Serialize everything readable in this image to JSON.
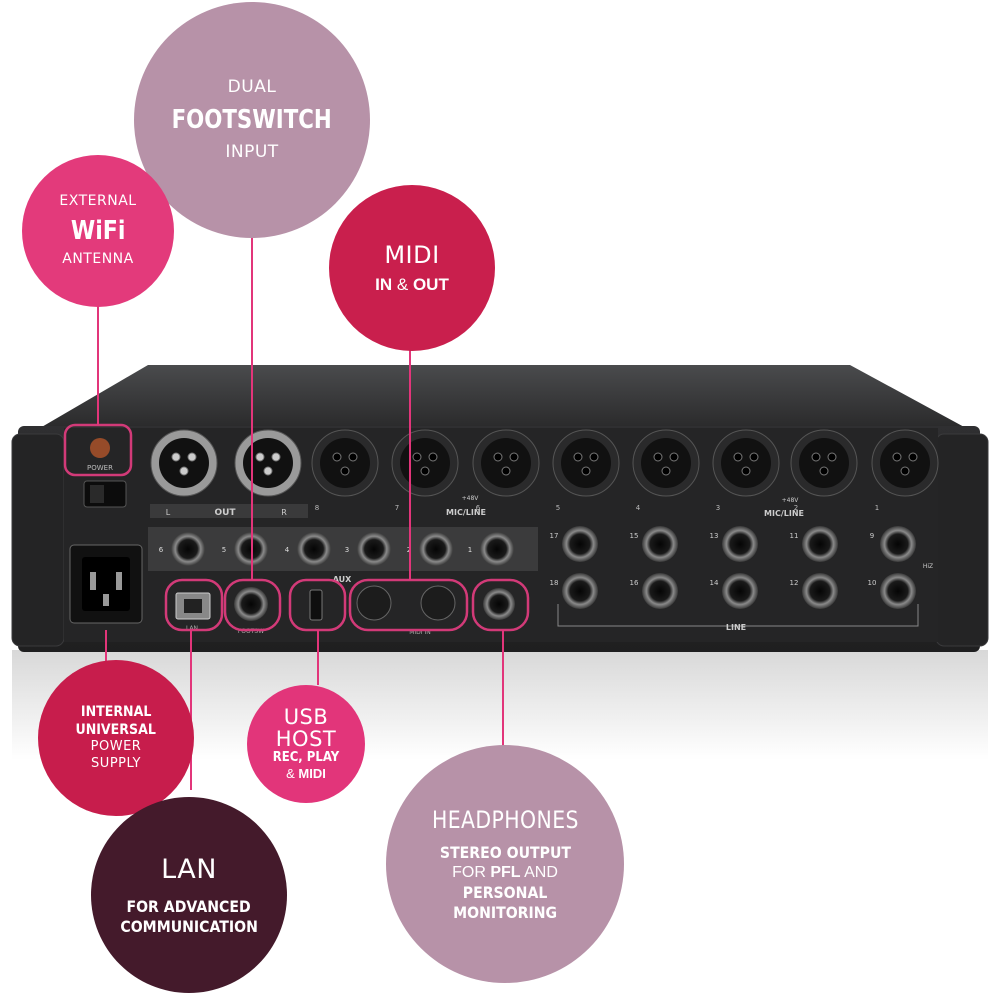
{
  "callouts": {
    "footswitch": {
      "line1": "DUAL",
      "line2": "FOOTSWITCH",
      "line3": "INPUT"
    },
    "wifi": {
      "line1": "EXTERNAL",
      "line2": "WiFi",
      "line3": "ANTENNA"
    },
    "midi": {
      "line1": "MIDI",
      "line2_bold_a": "IN",
      "line2_thin": " & ",
      "line2_bold_b": "OUT"
    },
    "power": {
      "line1": "INTERNAL",
      "line2": "UNIVERSAL",
      "line3": "POWER",
      "line4": "SUPPLY"
    },
    "usb": {
      "line1": "USB",
      "line2": "HOST",
      "line3": "REC, PLAY",
      "line4_thin": "& ",
      "line4_bold": "MIDI"
    },
    "lan": {
      "line1": "LAN",
      "line2": "FOR ADVANCED",
      "line3": "COMMUNICATION"
    },
    "headphones": {
      "line1": "HEADPHONES",
      "line2": "STEREO OUTPUT",
      "line3_thin_a": "FOR ",
      "line3_bold": "PFL",
      "line3_thin_b": " AND",
      "line4": "PERSONAL",
      "line5": "MONITORING"
    }
  },
  "panel_labels": {
    "power": "POWER",
    "out": "OUT",
    "out_l": "L",
    "out_r": "R",
    "mic_line_left": "MIC/LINE",
    "mic_line_right": "MIC/LINE",
    "phantom_left": "+48V",
    "phantom_right": "+48V",
    "aux": "AUX",
    "line": "LINE",
    "lan": "LAN",
    "footsw": "FOOTSW",
    "midi_inout": "MIDI IN",
    "hiz": "HiZ"
  },
  "xlr_numbers": [
    "8",
    "7",
    "6",
    "5",
    "4",
    "3",
    "2",
    "1"
  ],
  "aux_numbers": [
    "6",
    "5",
    "4",
    "3",
    "2",
    "1"
  ],
  "line_top_numbers": [
    "17",
    "15",
    "13",
    "11",
    "9"
  ],
  "line_bottom_numbers": [
    "18",
    "16",
    "14",
    "12",
    "10"
  ],
  "colors": {
    "mauve": "#b792a8",
    "pink": "#e33a7b",
    "crimson": "#c91f4d",
    "plum": "#441a2b",
    "device": "#2b2b2c",
    "highlight_ring": "#d23a78"
  }
}
